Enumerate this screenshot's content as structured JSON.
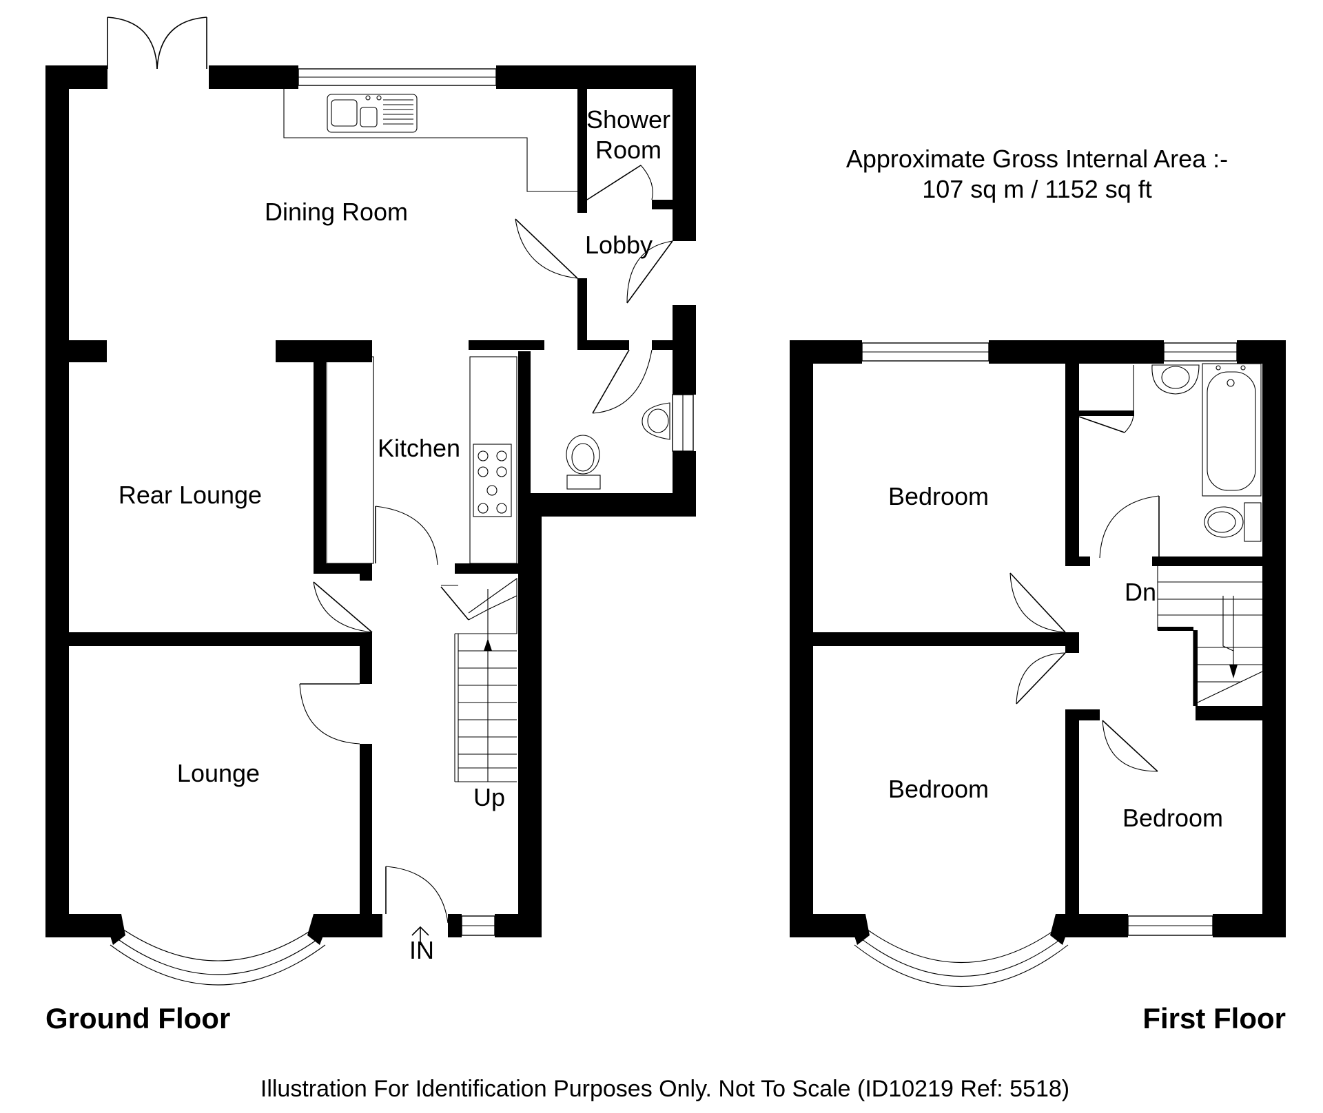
{
  "area": {
    "line1": "Approximate Gross Internal Area :-",
    "line2": "107 sq m / 1152 sq ft"
  },
  "ground_floor": {
    "title": "Ground Floor",
    "rooms": {
      "dining_room": "Dining Room",
      "shower_room_line1": "Shower",
      "shower_room_line2": "Room",
      "lobby": "Lobby",
      "kitchen": "Kitchen",
      "rear_lounge": "Rear Lounge",
      "lounge": "Lounge"
    },
    "stairs_label": "Up",
    "entrance_label": "IN"
  },
  "first_floor": {
    "title": "First Floor",
    "rooms": {
      "bedroom_rear": "Bedroom",
      "bedroom_front": "Bedroom",
      "bedroom_small": "Bedroom"
    },
    "stairs_label": "Dn"
  },
  "disclaimer": "Illustration For Identification Purposes Only. Not To Scale (ID10219 Ref: 5518)"
}
